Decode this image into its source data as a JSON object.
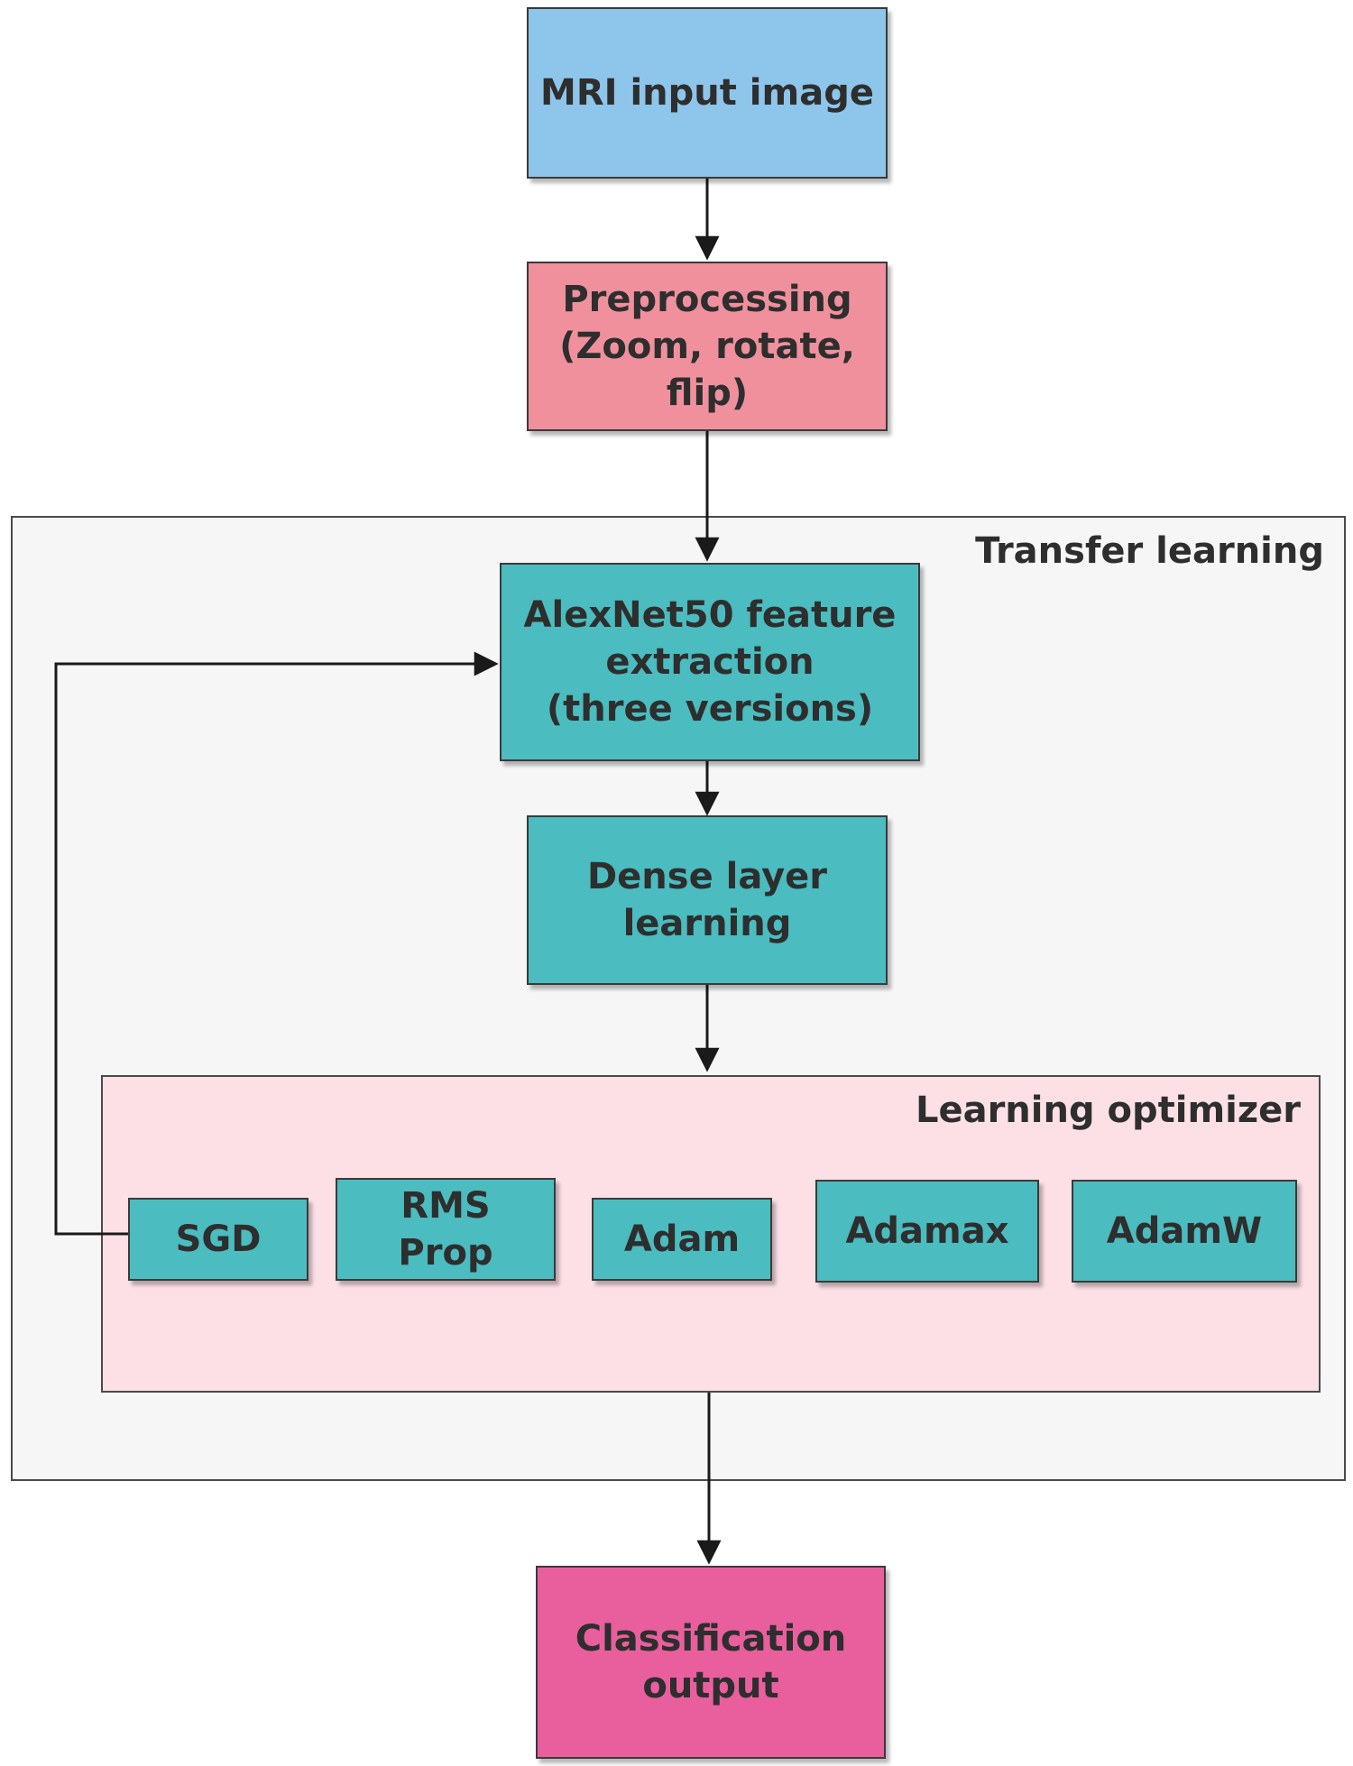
{
  "nodes": {
    "input": {
      "label": "MRI input image",
      "color": "#8ec5ea"
    },
    "preprocessing": {
      "label": "Preprocessing\n(Zoom, rotate,\nflip)",
      "color": "#f0909d"
    },
    "feature": {
      "label": "AlexNet50 feature\nextraction\n(three versions)",
      "color": "#4bbcbf"
    },
    "dense": {
      "label": "Dense layer\nlearning",
      "color": "#4bbcbf"
    },
    "output": {
      "label": "Classification\noutput",
      "color": "#e95f9e"
    }
  },
  "groups": {
    "transfer": {
      "title": "Transfer learning",
      "color": "#f6f6f6"
    },
    "optimizer": {
      "title": "Learning optimizer",
      "color": "#fde0e6"
    }
  },
  "optimizers": [
    {
      "label": "SGD"
    },
    {
      "label": "RMS\nProp"
    },
    {
      "label": "Adam"
    },
    {
      "label": "Adamax"
    },
    {
      "label": "AdamW"
    }
  ],
  "optimizer_color": "#4bbcbf"
}
